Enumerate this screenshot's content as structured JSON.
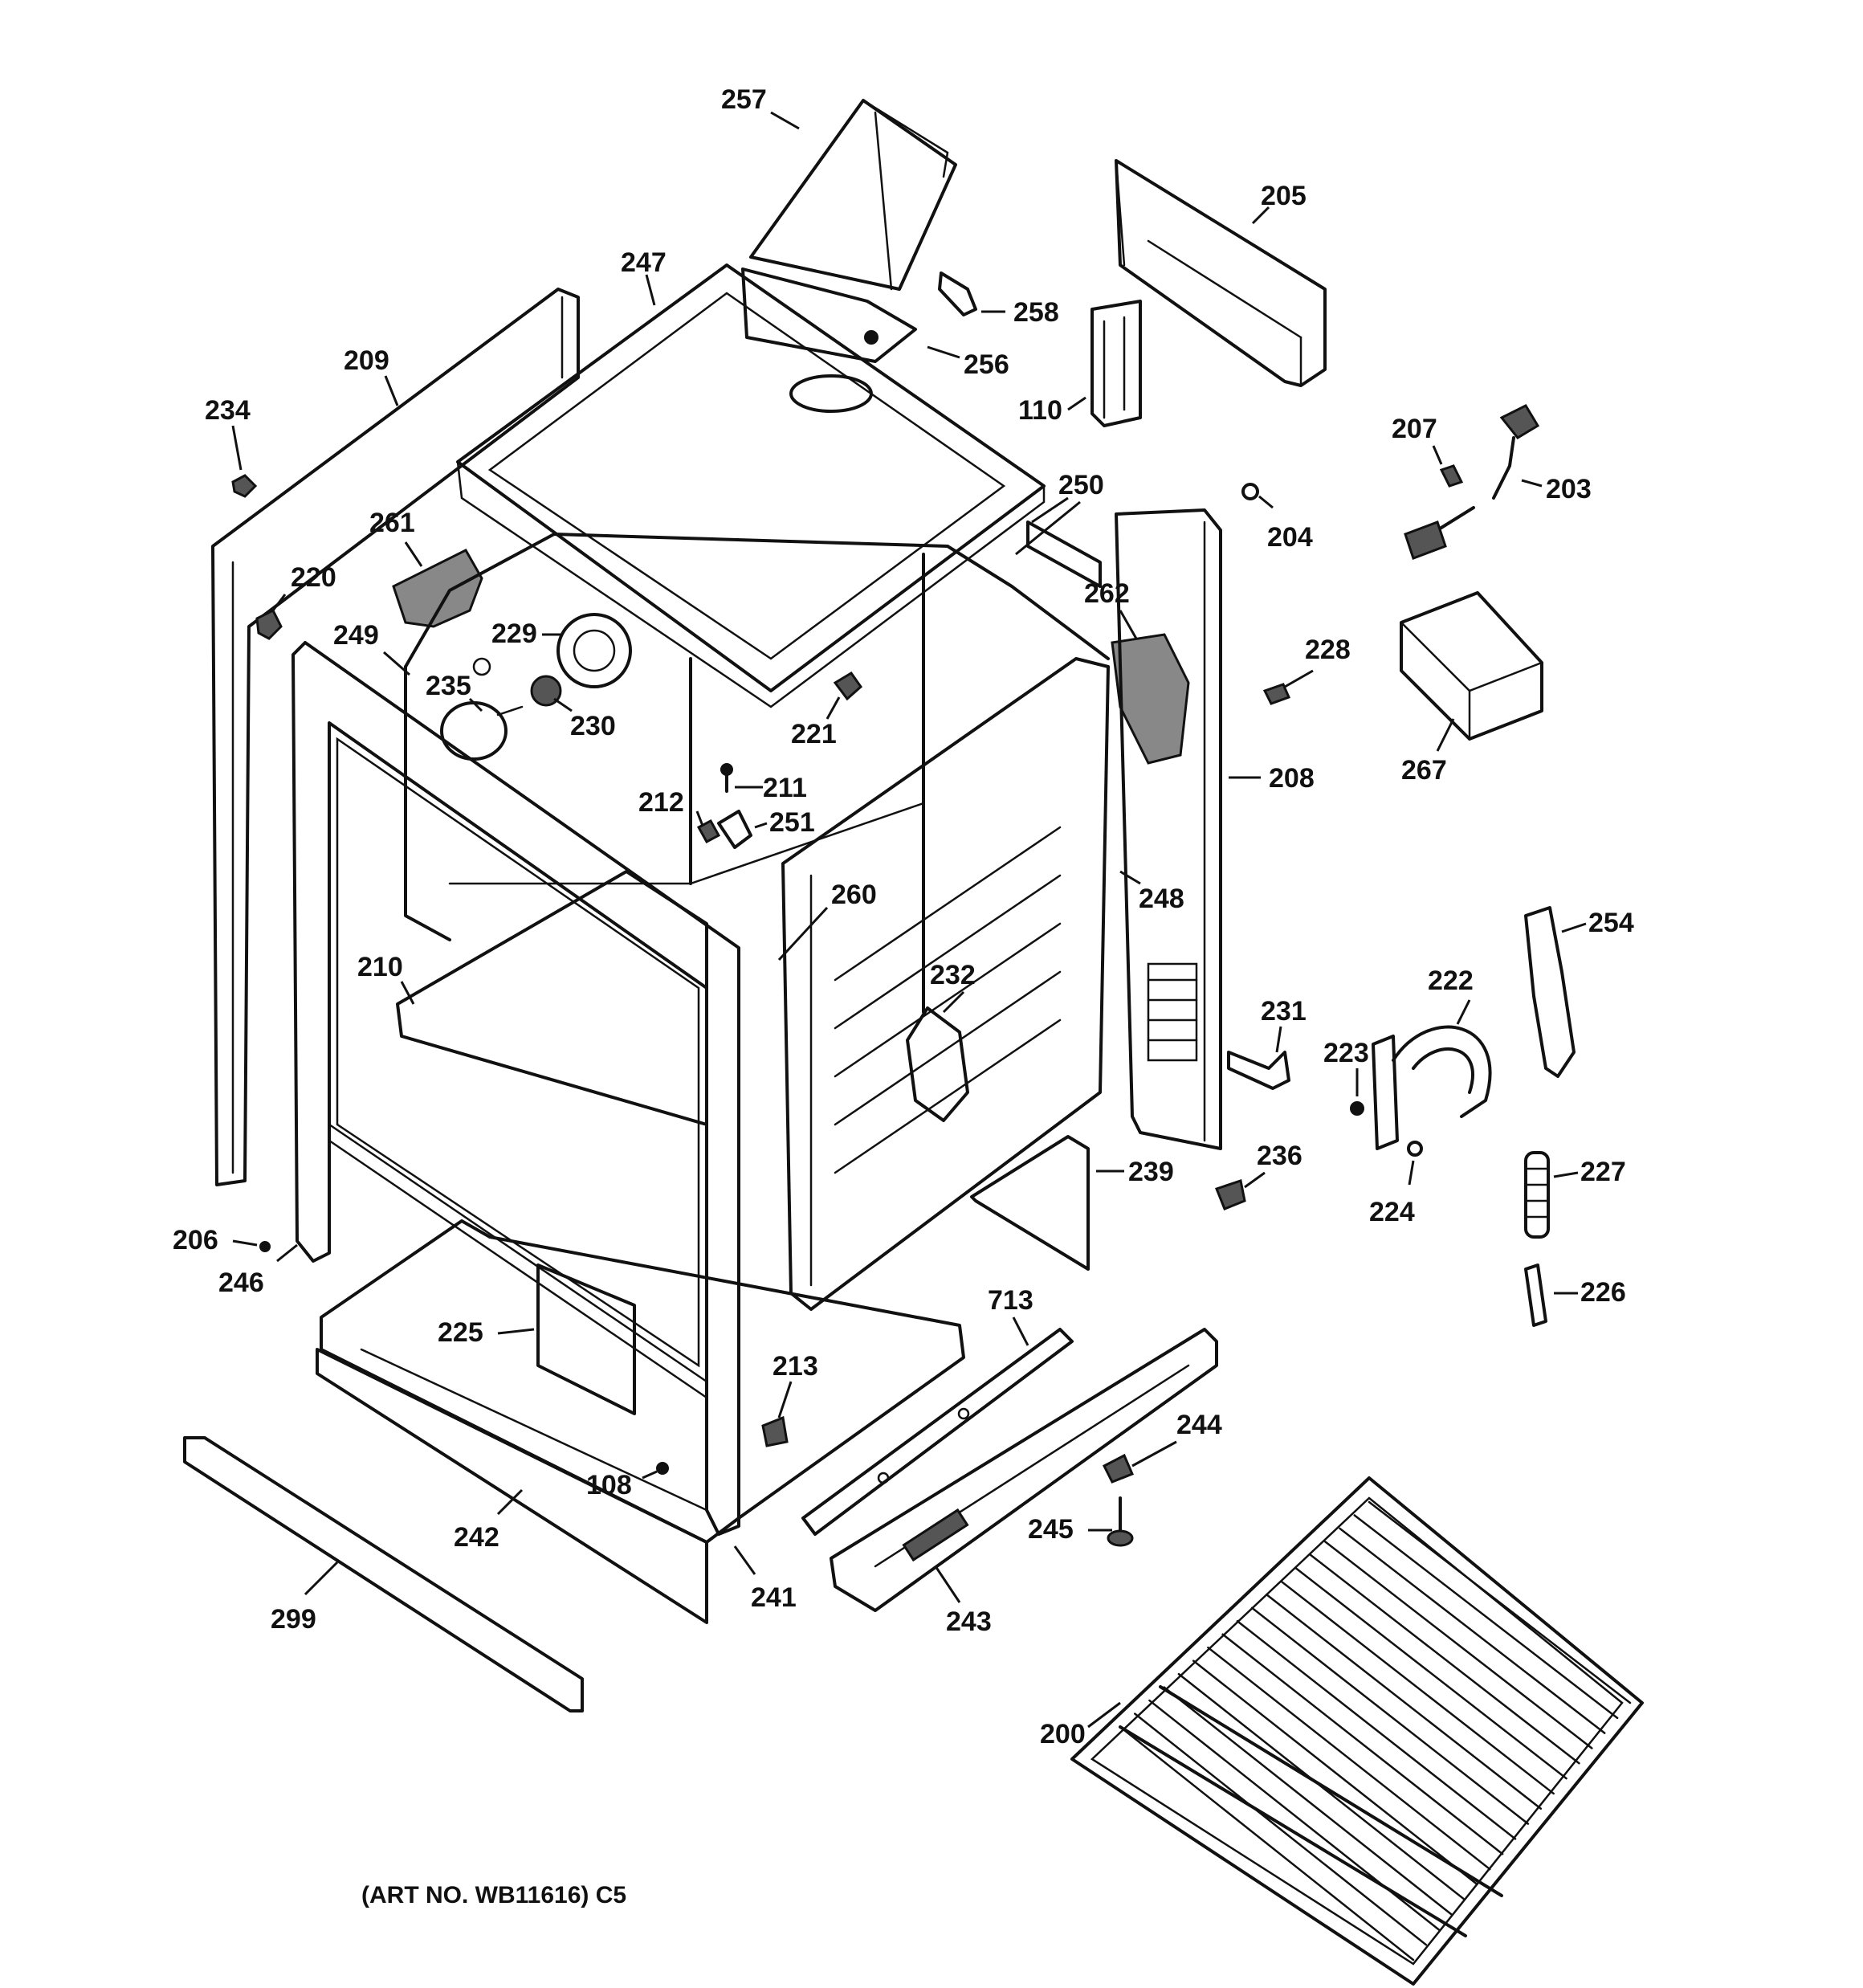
{
  "callouts": {
    "c257": "257",
    "c205": "205",
    "c247": "247",
    "c258": "258",
    "c256": "256",
    "c209": "209",
    "c110": "110",
    "c234": "234",
    "c207": "207",
    "c203": "203",
    "c250": "250",
    "c204": "204",
    "c261": "261",
    "c220": "220",
    "c262": "262",
    "c228": "228",
    "c229": "229",
    "c249": "249",
    "c235": "235",
    "c230": "230",
    "c221": "221",
    "c208": "208",
    "c267": "267",
    "c211": "211",
    "c212": "212",
    "c251": "251",
    "c260": "260",
    "c248": "248",
    "c254": "254",
    "c210": "210",
    "c232": "232",
    "c222": "222",
    "c231": "231",
    "c223": "223",
    "c239": "239",
    "c236": "236",
    "c227": "227",
    "c224": "224",
    "c206": "206",
    "c246": "246",
    "c226": "226",
    "c713": "713",
    "c225": "225",
    "c213": "213",
    "c244": "244",
    "c108": "108",
    "c245": "245",
    "c242": "242",
    "c241": "241",
    "c243": "243",
    "c299": "299",
    "c200": "200"
  },
  "caption": "(ART NO. WB11616) C5"
}
